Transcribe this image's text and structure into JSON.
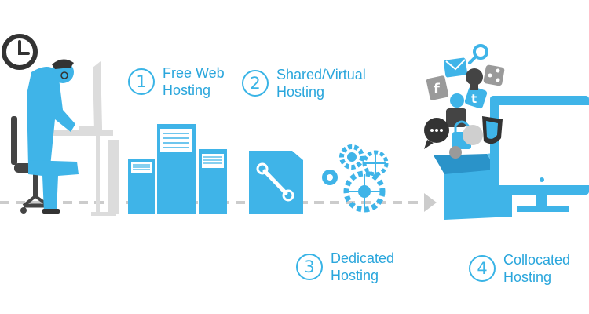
{
  "colors": {
    "accent": "#3fb4e8",
    "accent_dark": "#2a93c9",
    "grey": "#9a9a9a",
    "dark": "#333333",
    "desk": "#dcdcdc",
    "dash": "#cccccc"
  },
  "steps": [
    {
      "number": "1",
      "line1": "Free Web",
      "line2": "Hosting"
    },
    {
      "number": "2",
      "line1": "Shared/Virtual",
      "line2": "Hosting"
    },
    {
      "number": "3",
      "line1": "Dedicated",
      "line2": "Hosting"
    },
    {
      "number": "4",
      "line1": "Collocated",
      "line2": "Hosting"
    }
  ],
  "icons": [
    "clock-icon",
    "person-icon",
    "server-icon",
    "wrench-icon",
    "gear-icon",
    "box-icon",
    "monitor-icon",
    "facebook-icon",
    "twitter-icon",
    "mail-icon",
    "share-icon",
    "search-icon",
    "lightbulb-icon",
    "chat-icon",
    "shield-icon"
  ]
}
